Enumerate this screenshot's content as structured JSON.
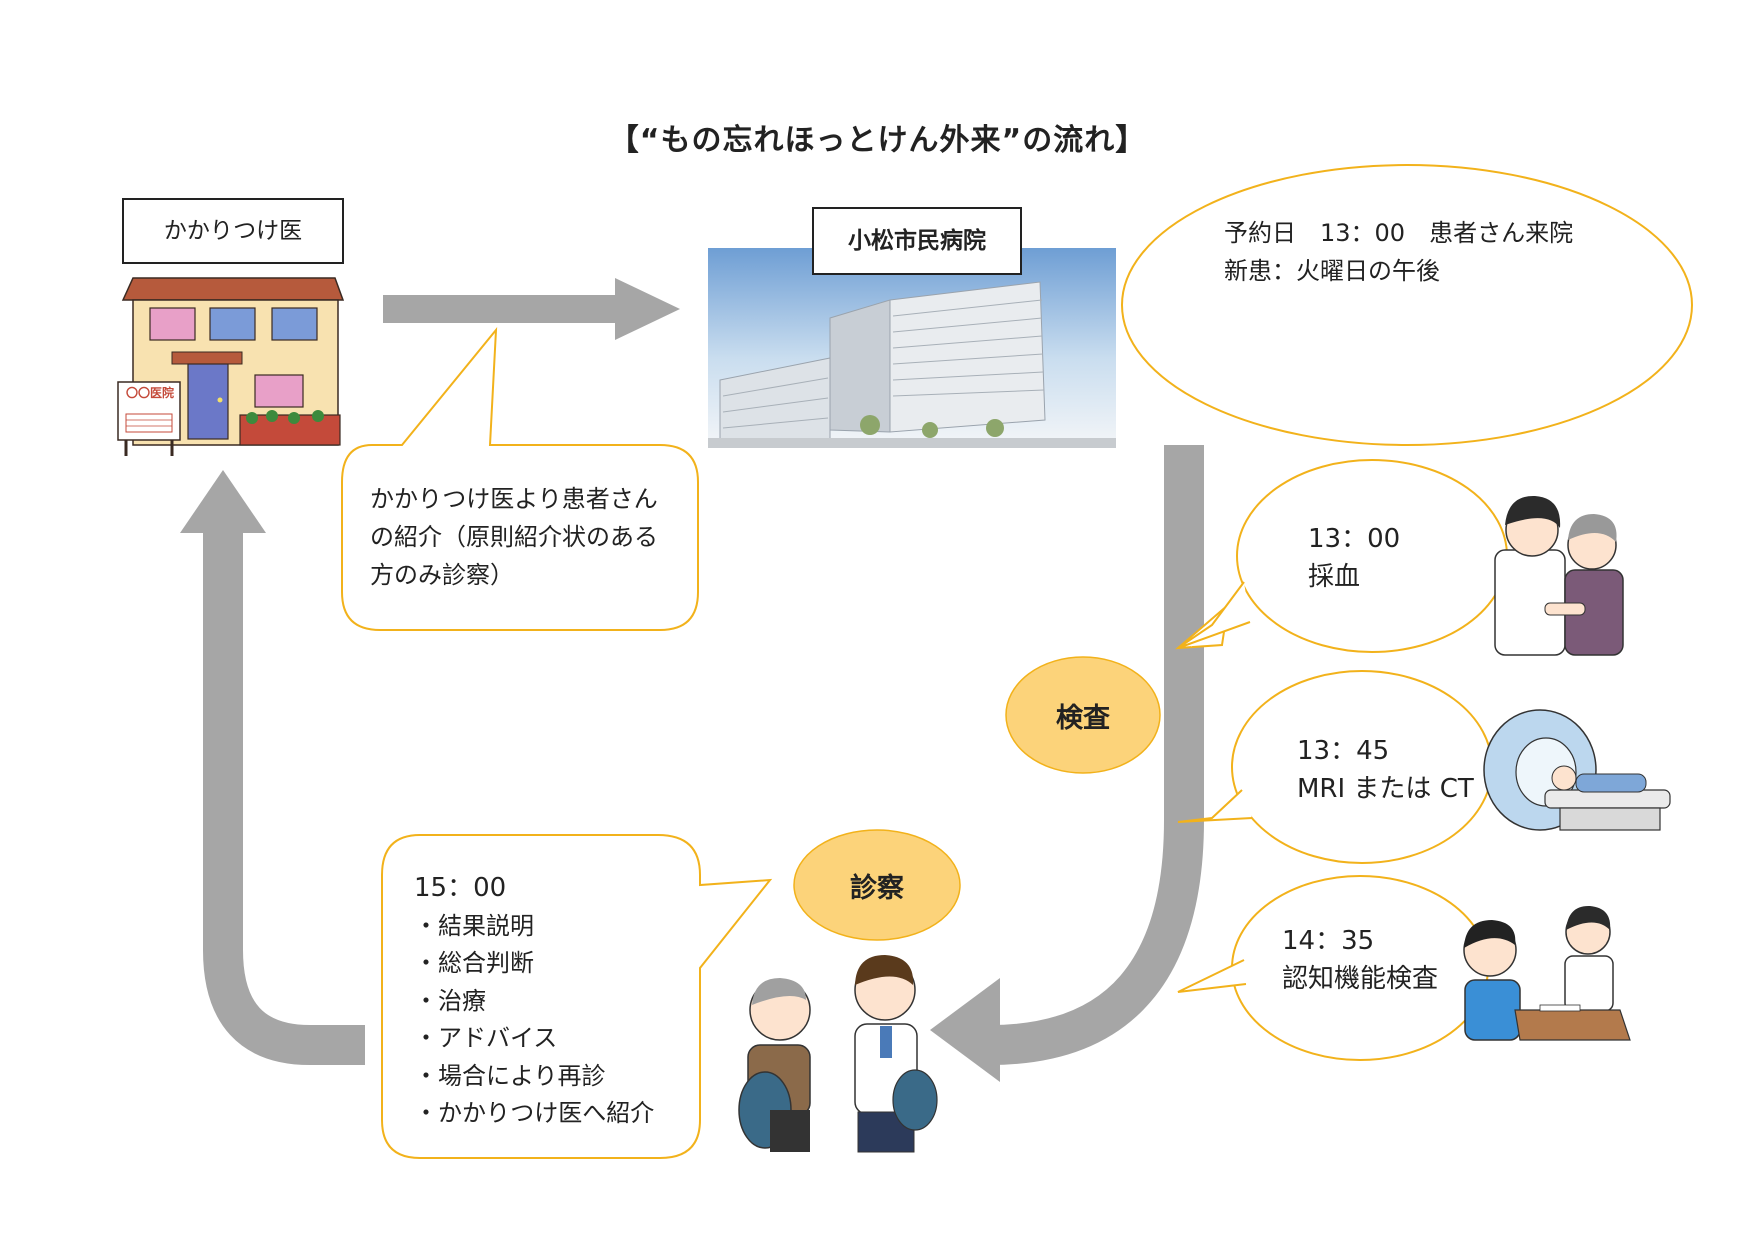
{
  "title": "【“もの忘れほっとけん外来”の流れ】",
  "clinic": {
    "label": "かかりつけ医",
    "sign": "〇〇医院"
  },
  "hospital": {
    "label": "小松市民病院"
  },
  "referral_note": {
    "lines": [
      "かかりつけ医より患者さん",
      "の紹介（原則紹介状のある",
      "方のみ診察）"
    ]
  },
  "arrival_note": {
    "lines": [
      "予約日　13：00　患者さん来院",
      "新患：火曜日の午後"
    ]
  },
  "blood_test": {
    "time": "13：00",
    "label": "採血"
  },
  "imaging": {
    "time": "13：45",
    "label": "MRI または CT"
  },
  "cognitive_test": {
    "time": "14：35",
    "label": "認知機能検査"
  },
  "exam_label": "検査",
  "consult_label": "診察",
  "consult_note": {
    "time": "15：00",
    "items": [
      "・結果説明",
      "・総合判断",
      "・治療",
      "・アドバイス",
      "・場合により再診",
      "・かかりつけ医へ紹介"
    ]
  },
  "colors": {
    "arrow": "#a6a6a6",
    "bubble_border": "#f2b21b",
    "oval_fill": "#fcd37a"
  }
}
